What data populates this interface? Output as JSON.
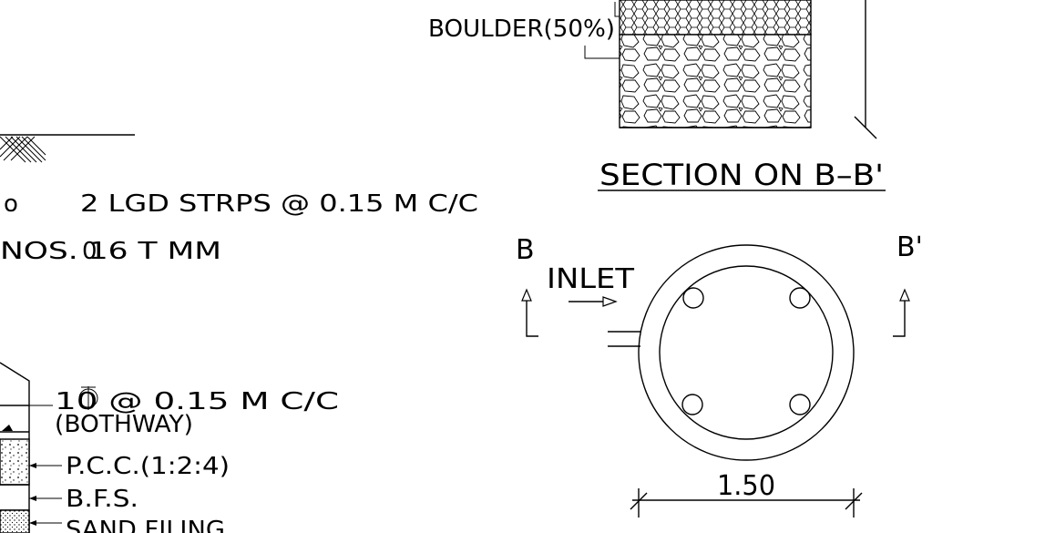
{
  "labels": {
    "boulder": "BOULDER(50%)",
    "section_title": "SECTION  ON  B–B'",
    "left_note_1_prefix": "o",
    "left_note_1": "2  LGD  STRPS  @  0.15  M  C/C",
    "left_note_2": "NOS.  16   T    MM",
    "left_note_2_overlap": "0",
    "plan_b": "B",
    "plan_b_prime": "B'",
    "inlet": "INLET",
    "dim_diameter": "1.50",
    "reinf_note": "10    @  0.15  M  C/C",
    "reinf_sub": "(BOTHWAY)",
    "pcc": "P.C.C.(1:2:4)",
    "bfs": "B.F.S.",
    "sand": "SAND  FILING"
  }
}
